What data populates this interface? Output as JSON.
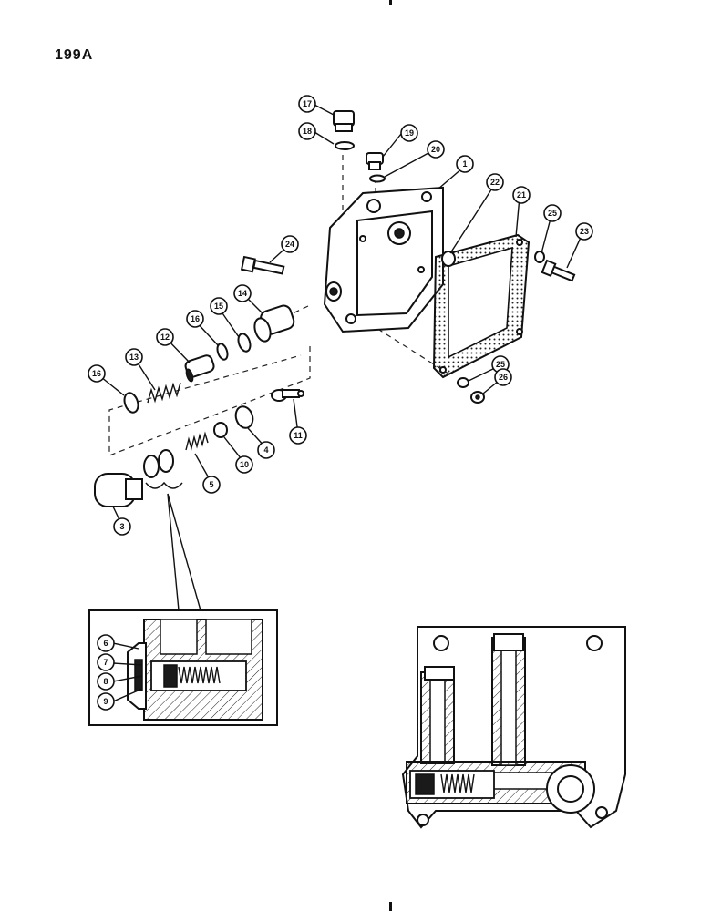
{
  "page_number": "199A",
  "callouts": [
    {
      "id": "c17",
      "num": "17"
    },
    {
      "id": "c18",
      "num": "18"
    },
    {
      "id": "c19",
      "num": "19"
    },
    {
      "id": "c20",
      "num": "20"
    },
    {
      "id": "c1",
      "num": "1"
    },
    {
      "id": "c22",
      "num": "22"
    },
    {
      "id": "c21",
      "num": "21"
    },
    {
      "id": "c25a",
      "num": "25"
    },
    {
      "id": "c23",
      "num": "23"
    },
    {
      "id": "c24",
      "num": "24"
    },
    {
      "id": "c14",
      "num": "14"
    },
    {
      "id": "c15",
      "num": "15"
    },
    {
      "id": "c16a",
      "num": "16"
    },
    {
      "id": "c12",
      "num": "12"
    },
    {
      "id": "c13",
      "num": "13"
    },
    {
      "id": "c16b",
      "num": "16"
    },
    {
      "id": "c25b",
      "num": "25"
    },
    {
      "id": "c26",
      "num": "26"
    },
    {
      "id": "c11",
      "num": "11"
    },
    {
      "id": "c4",
      "num": "4"
    },
    {
      "id": "c10",
      "num": "10"
    },
    {
      "id": "c5",
      "num": "5"
    },
    {
      "id": "c3",
      "num": "3"
    },
    {
      "id": "c6",
      "num": "6"
    },
    {
      "id": "c7",
      "num": "7"
    },
    {
      "id": "c8",
      "num": "8"
    },
    {
      "id": "c9",
      "num": "9"
    }
  ]
}
